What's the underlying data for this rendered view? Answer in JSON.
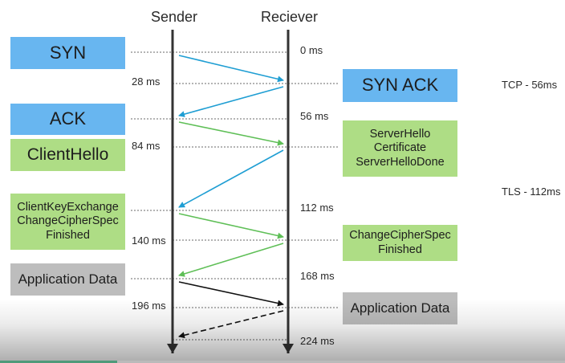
{
  "headers": {
    "sender": "Sender",
    "receiver": "Reciever"
  },
  "time_labels": [
    "0 ms",
    "28 ms",
    "56 ms",
    "84 ms",
    "112 ms",
    "140 ms",
    "168 ms",
    "196 ms",
    "224 ms"
  ],
  "sender_boxes": [
    {
      "lines": [
        "SYN"
      ],
      "kind": "tcp"
    },
    {
      "lines": [
        "ACK"
      ],
      "kind": "tcp"
    },
    {
      "lines": [
        "ClientHello"
      ],
      "kind": "tls"
    },
    {
      "lines": [
        "ClientKeyExchange",
        "ChangeCipherSpec",
        "Finished"
      ],
      "kind": "tls"
    },
    {
      "lines": [
        "Application Data"
      ],
      "kind": "data"
    }
  ],
  "receiver_boxes": [
    {
      "lines": [
        "SYN ACK"
      ],
      "kind": "tcp"
    },
    {
      "lines": [
        "ServerHello",
        "Certificate",
        "ServerHelloDone"
      ],
      "kind": "tls"
    },
    {
      "lines": [
        "ChangeCipherSpec",
        "Finished"
      ],
      "kind": "tls"
    },
    {
      "lines": [
        "Application Data"
      ],
      "kind": "data"
    }
  ],
  "notes": {
    "tcp": "TCP - 56ms",
    "tls": "TLS - 112ms"
  },
  "messages": [
    {
      "from": "sender",
      "t0": 0,
      "t1": 28,
      "kind": "tcp"
    },
    {
      "from": "receiver",
      "t0": 28,
      "t1": 56,
      "kind": "tcp"
    },
    {
      "from": "sender",
      "t0": 56,
      "t1": 84,
      "kind": "tls"
    },
    {
      "from": "receiver",
      "t0": 84,
      "t1": 112,
      "kind": "tcp"
    },
    {
      "from": "sender",
      "t0": 112,
      "t1": 140,
      "kind": "tls"
    },
    {
      "from": "receiver",
      "t0": 140,
      "t1": 168,
      "kind": "tls"
    },
    {
      "from": "sender",
      "t0": 168,
      "t1": 196,
      "kind": "data"
    },
    {
      "from": "receiver",
      "t0": 196,
      "t1": 224,
      "kind": "data-dashed"
    }
  ],
  "colors": {
    "tcp_box": "#68b6f0",
    "tls_box": "#aedd85",
    "data_box": "#bdbdbd",
    "tcp_arrow": "#1f9ed3",
    "tls_arrow": "#5fbf57",
    "data_arrow": "#111111",
    "progress": "#4f9a7a"
  },
  "video_progress_percent": 20.7
}
